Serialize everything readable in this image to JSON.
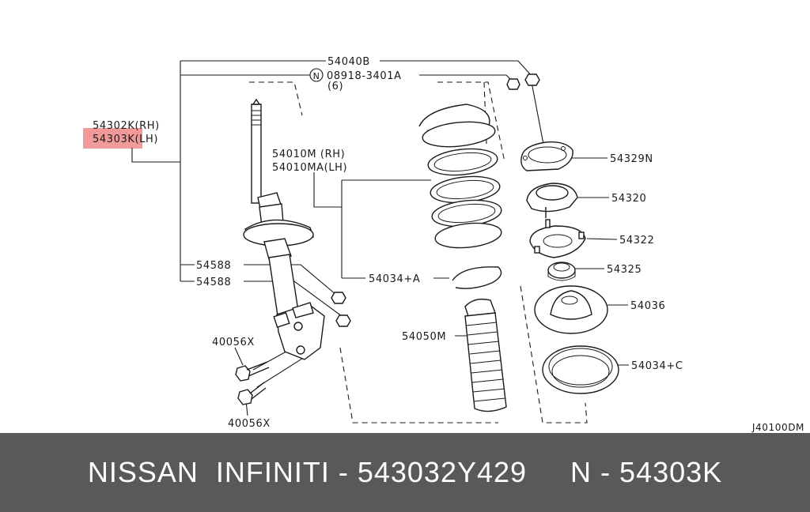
{
  "colors": {
    "highlight": "#f29a9a",
    "footer_background": "#595959",
    "footer_text": "#ffffff"
  },
  "diagram": {
    "labels": {
      "p54040b": "54040B",
      "p08918": "08918-3401A",
      "p08918_qty": "(6)",
      "n_symbol": "N",
      "p54302k": "54302K(RH)",
      "p54303k": "54303K(LH)",
      "p54010m": "54010M (RH)",
      "p54010ma": "54010MA(LH)",
      "p54329n": "54329N",
      "p54320": "54320",
      "p54322": "54322",
      "p54325": "54325",
      "p54036": "54036",
      "p54034c": "54034+C",
      "p54034a": "54034+A",
      "p54050m": "54050M",
      "p54588_1": "54588",
      "p54588_2": "54588",
      "p40056x_1": "40056X",
      "p40056x_2": "40056X",
      "diagram_code": "J40100DM"
    }
  },
  "footer": {
    "text": "NISSAN  INFINITI - 543032Y429     N - 54303K"
  }
}
